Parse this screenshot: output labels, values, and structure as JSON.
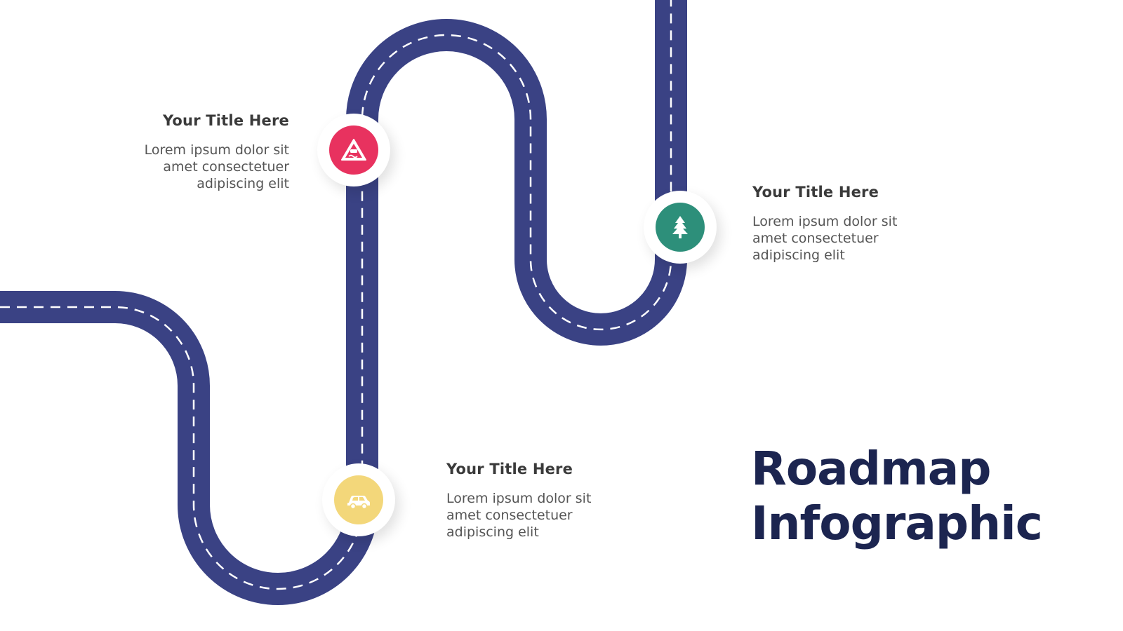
{
  "colors": {
    "road": "#3a4284",
    "lane": "#ffffff",
    "headline": "#1c2550",
    "milestone_red": "#e8325f",
    "milestone_green": "#2d8f7a",
    "milestone_yellow": "#f3d77a"
  },
  "headline": {
    "line1": "Roadmap",
    "line2": "Infographic"
  },
  "milestones": [
    {
      "icon": "slippery-road-warning-icon",
      "color": "#e8325f",
      "title": "Your Title Here",
      "body": "Lorem ipsum dolor sit\namet consectetuer\nadipiscing elit"
    },
    {
      "icon": "pine-tree-icon",
      "color": "#2d8f7a",
      "title": "Your Title Here",
      "body": "Lorem ipsum dolor sit\namet consectetuer\nadipiscing elit"
    },
    {
      "icon": "car-icon",
      "color": "#f3d77a",
      "title": "Your Title Here",
      "body": "Lorem ipsum dolor sit\namet consectetuer\nadipiscing elit"
    }
  ]
}
